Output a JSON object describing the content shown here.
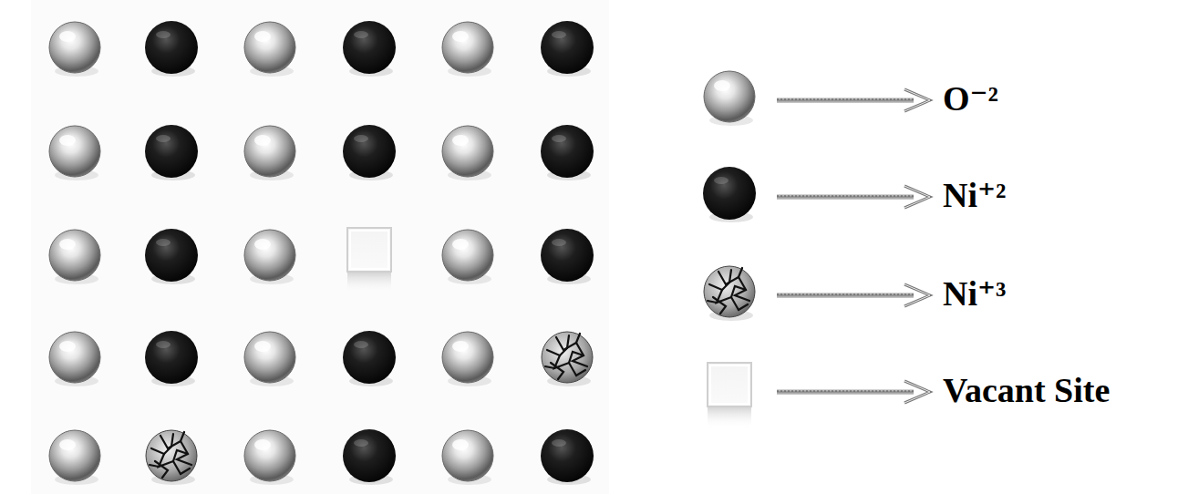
{
  "diagram": {
    "legend": [
      {
        "text": "O⁻²"
      },
      {
        "text": "Ni⁺²"
      },
      {
        "text": "Ni⁺³"
      },
      {
        "text": "Vacant Site"
      }
    ]
  }
}
